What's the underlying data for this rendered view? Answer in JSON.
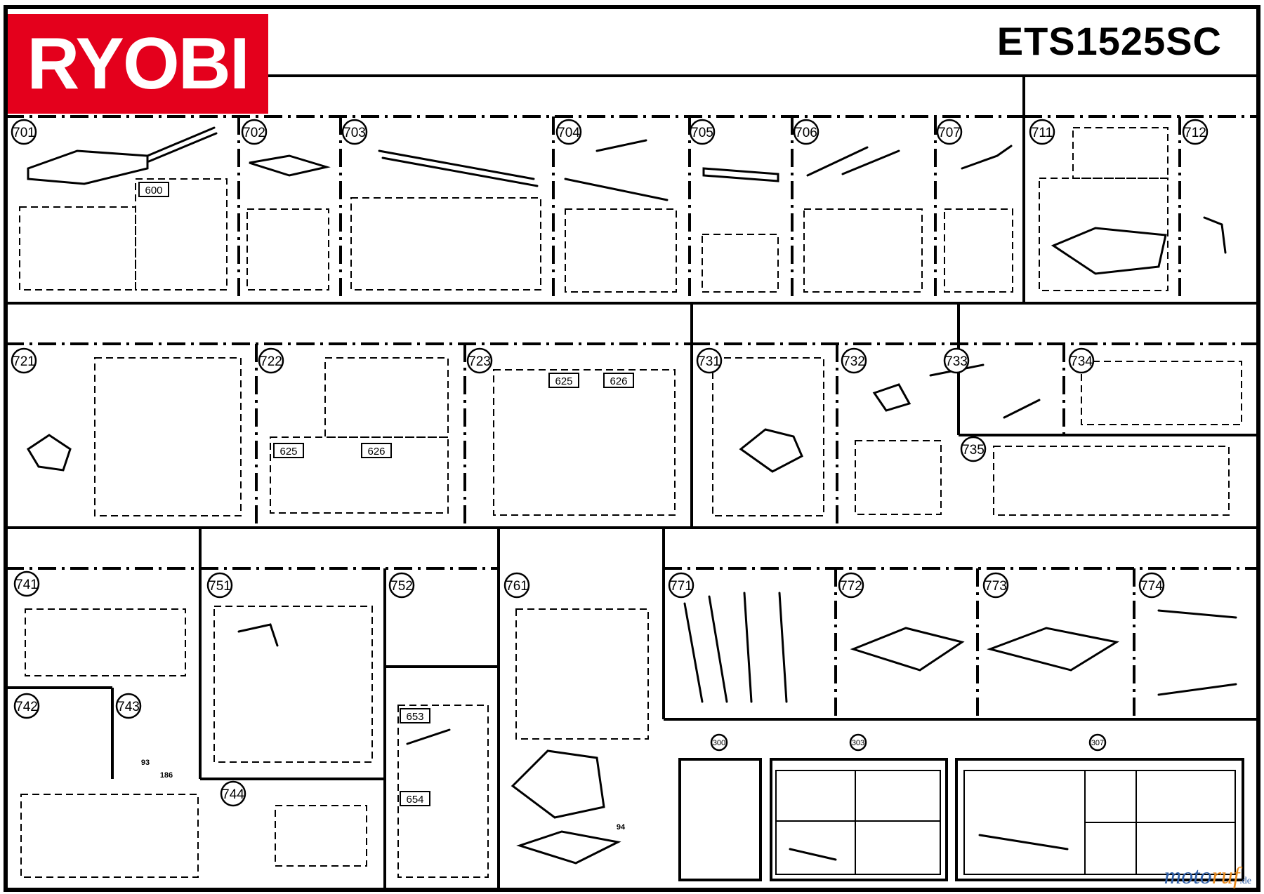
{
  "brand": "RYOBI",
  "model": "ETS1525SC",
  "watermark": {
    "part1": "moto",
    "part2": "ruf",
    "part3": ".de"
  },
  "colors": {
    "brand_red": "#e4001c",
    "ink": "#000000",
    "wm_blue": "#2d5ea8",
    "wm_orange": "#e8891c"
  },
  "assemblies": [
    "701",
    "702",
    "703",
    "704",
    "705",
    "706",
    "707",
    "711",
    "712",
    "721",
    "722",
    "723",
    "731",
    "732",
    "733",
    "734",
    "735",
    "741",
    "742",
    "743",
    "744",
    "751",
    "752",
    "761",
    "771",
    "772",
    "773",
    "774",
    "300",
    "303",
    "307"
  ],
  "sub_labels": [
    "600",
    "625",
    "626",
    "625",
    "626",
    "653",
    "654"
  ],
  "part_numbers": [
    "93",
    "186",
    "94"
  ]
}
